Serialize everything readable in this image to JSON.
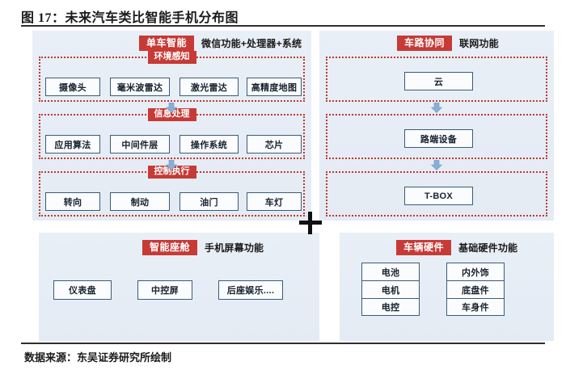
{
  "figure": {
    "title": "图 17：未来汽车类比智能手机分布图",
    "source": "数据来源：东吴证券研究所绘制",
    "plus_symbol": "+"
  },
  "colors": {
    "badge_red": "#c73a35",
    "dotted_red": "#c0392b",
    "panel_blue": "#e9eff7",
    "box_border": "#3a5b7a",
    "rule_black": "#2f2f2f"
  },
  "panels": {
    "vehicle_intelligence": {
      "badge": "单车智能",
      "caption": "微信功能+处理器+系统",
      "sections": [
        {
          "badge": "环境感知",
          "nodes": [
            "摄像头",
            "毫米波雷达",
            "激光雷达",
            "高精度地图"
          ]
        },
        {
          "badge": "信息处理",
          "nodes": [
            "应用算法",
            "中间件层",
            "操作系统",
            "芯片"
          ]
        },
        {
          "badge": "控制执行",
          "nodes": [
            "转向",
            "制动",
            "油门",
            "车灯"
          ]
        }
      ]
    },
    "vehicle_road_coordination": {
      "badge": "车路协同",
      "caption": "联网功能",
      "sections": [
        {
          "badge": "",
          "nodes": [
            "云"
          ]
        },
        {
          "badge": "",
          "nodes": [
            "路端设备"
          ]
        },
        {
          "badge": "",
          "nodes": [
            "T-BOX"
          ]
        }
      ]
    },
    "smart_cockpit": {
      "badge": "智能座舱",
      "caption": "手机屏幕功能",
      "nodes": [
        "仪表盘",
        "中控屏",
        "后座娱乐...."
      ]
    },
    "vehicle_hardware": {
      "badge": "车辆硬件",
      "caption": "基础硬件功能",
      "column_left": [
        "电池",
        "电机",
        "电控"
      ],
      "column_right": [
        "内外饰",
        "底盘件",
        "车身件"
      ]
    }
  }
}
